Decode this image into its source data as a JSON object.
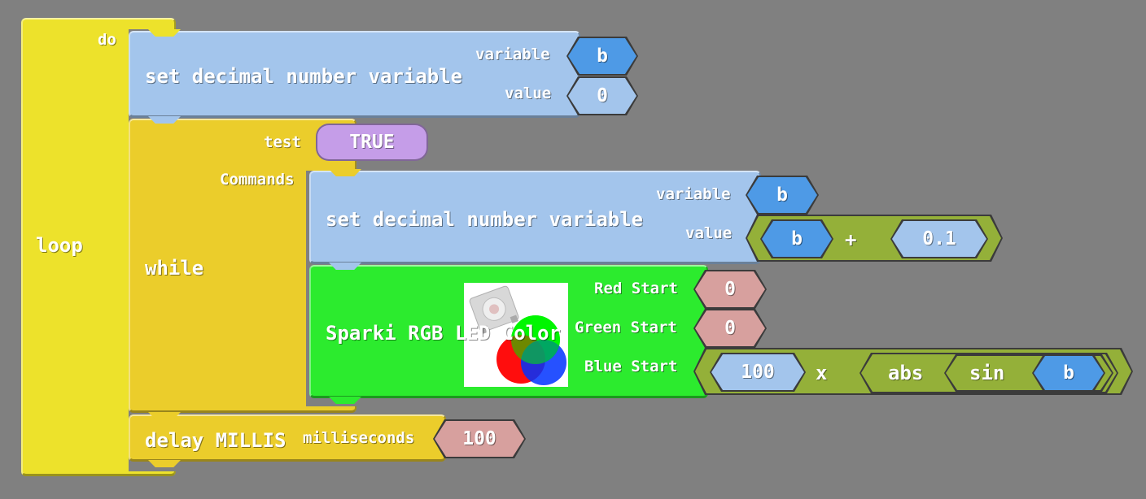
{
  "colors": {
    "loop_yellow": "#ede22b",
    "while_yellow": "#ebcd2b",
    "var_blue": "#a3c5ec",
    "var_name_blue": "#4e9ae6",
    "number_pink": "#d7a09e",
    "boolean_purple": "#c59de8",
    "math_green": "#94b039",
    "led_green": "#2ceb2e"
  },
  "loop": {
    "label": "loop",
    "do_label": "do"
  },
  "set_b_zero": {
    "label": "set decimal number variable",
    "variable_label": "variable",
    "variable_value": "b",
    "value_label": "value",
    "value_value": "0"
  },
  "while_block": {
    "label": "while",
    "test_label": "test",
    "test_value": "TRUE",
    "commands_label": "Commands"
  },
  "set_b_inc": {
    "label": "set decimal number variable",
    "variable_label": "variable",
    "variable_value": "b",
    "value_label": "value",
    "expr": {
      "left": "b",
      "operator": "+",
      "right": "0.1"
    }
  },
  "rgb_led": {
    "label": "Sparki RGB LED Color",
    "red_label": "Red Start",
    "red_value": "0",
    "green_label": "Green Start",
    "green_value": "0",
    "blue_label": "Blue Start",
    "blue_expr": {
      "left": "100",
      "operator": "x",
      "fn1": "abs",
      "fn2": "sin",
      "var": "b"
    }
  },
  "delay": {
    "label": "delay MILLIS",
    "ms_label": "milliseconds",
    "ms_value": "100"
  },
  "icons": {
    "rgb_led_image": "rgb-color-wheel-with-led-chip"
  }
}
